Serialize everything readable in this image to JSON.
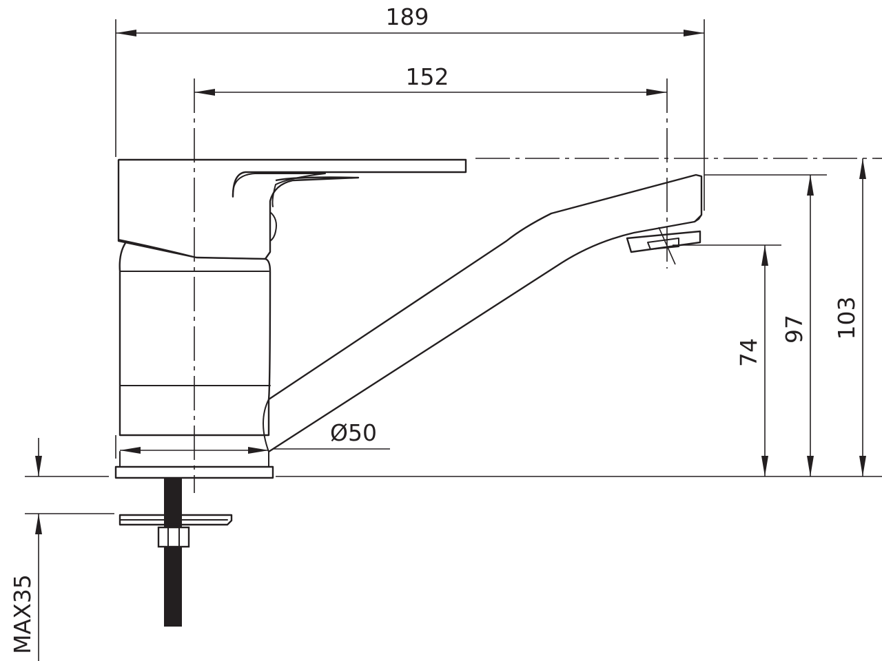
{
  "drawing": {
    "colors": {
      "line": "#231f20",
      "background": "#ffffff"
    },
    "dimensions": {
      "overall_length": "189",
      "spout_reach": "152",
      "total_height": "103",
      "lever_height": "97",
      "outlet_height": "74",
      "base_diameter": "Ø50",
      "max_deck_thickness": "MAX35"
    }
  }
}
